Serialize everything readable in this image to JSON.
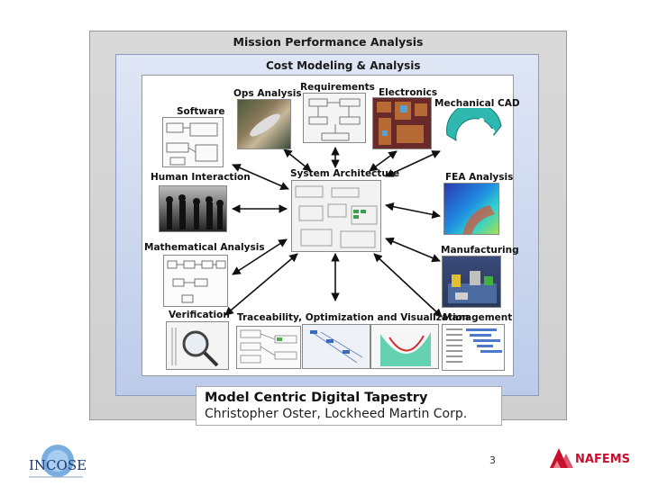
{
  "outer_title": "Mission Performance Analysis",
  "inner_title": "Cost Modeling & Analysis",
  "nodes": {
    "requirements": "Requirements",
    "ops_analysis": "Ops Analysis",
    "electronics": "Electronics",
    "mechanical_cad": "Mechanical CAD",
    "software": "Software",
    "system_architecture": "System Architecture",
    "human_interaction": "Human Interaction",
    "fea_analysis": "FEA Analysis",
    "mathematical_analysis": "Mathematical Analysis",
    "manufacturing": "Manufacturing",
    "verification": "Verification",
    "traceability": "Traceability, Optimization and Visualization",
    "management": "Management"
  },
  "caption": {
    "title": "Model Centric Digital Tapestry",
    "author": "Christopher Oster, Lockheed Martin Corp."
  },
  "page_number": "3",
  "logos": {
    "incose": "INCOSE",
    "nafems": "NAFEMS"
  },
  "colors": {
    "outer_frame": "#d4d4d4",
    "inner_frame": "#c8d4ee",
    "arrow": "#111111",
    "nafems_red": "#c8102e",
    "incose_blue": "#1f4e9c"
  }
}
